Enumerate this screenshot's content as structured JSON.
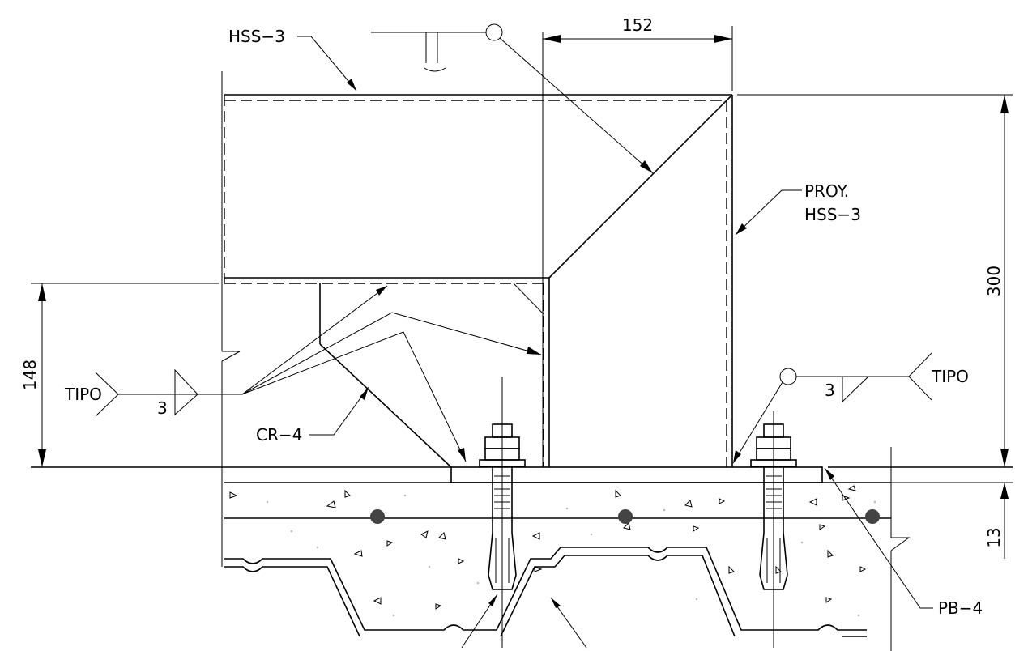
{
  "labels": {
    "hss_top": "HSS−3",
    "proy_line1": "PROY.",
    "proy_line2": "HSS−3",
    "cr4": "CR−4",
    "pb4": "PB−4",
    "tipo_left": "TIPO",
    "tipo_right": "TIPO",
    "weld_size_left": "3",
    "weld_size_right": "3"
  },
  "dimensions": {
    "top_width": "152",
    "right_height": "300",
    "left_height": "148",
    "slab_offset": "13"
  }
}
